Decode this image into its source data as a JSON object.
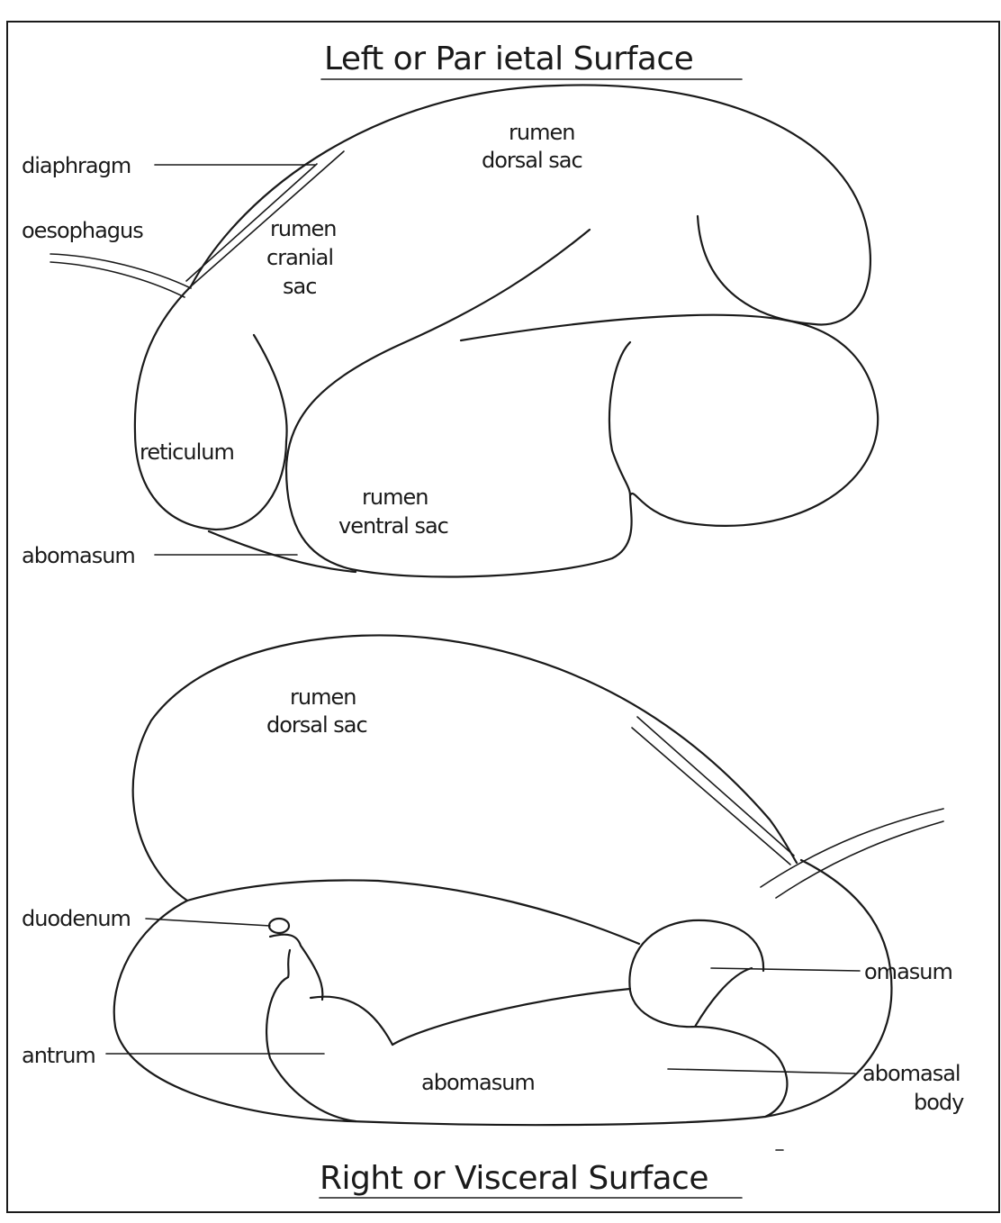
{
  "top_view": {
    "title": "Left or Par ietal Surface",
    "labels": {
      "rumen_dorsal_1": "rumen",
      "rumen_dorsal_2": "dorsal sac",
      "diaphragm": "diaphragm",
      "oesophagus": "oesophagus",
      "cranial_1": "rumen",
      "cranial_2": "cranial",
      "cranial_3": "sac",
      "reticulum": "reticulum",
      "ventral_1": "rumen",
      "ventral_2": "ventral sac",
      "abomasum": "abomasum"
    }
  },
  "bottom_view": {
    "title": "Right or Visceral Surface",
    "labels": {
      "rumen_dorsal_1": "rumen",
      "rumen_dorsal_2": "dorsal sac",
      "duodenum": "duodenum",
      "omasum": "omasum",
      "antrum": "antrum",
      "abomasum": "abomasum",
      "abomasal_1": "abomasal",
      "abomasal_2": "body"
    }
  }
}
